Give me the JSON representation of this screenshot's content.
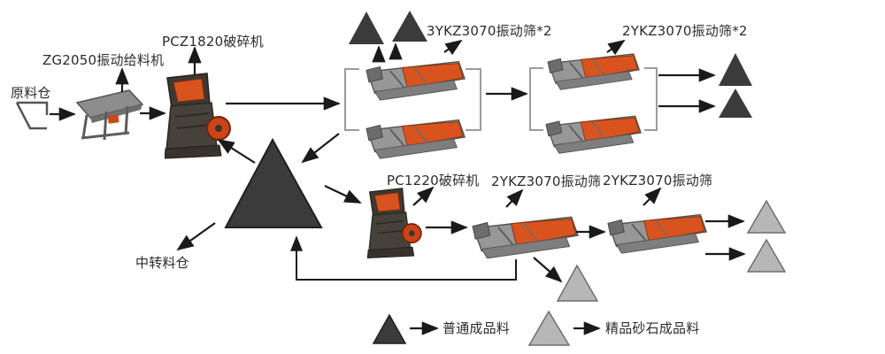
{
  "diagram": {
    "labels": {
      "raw_material_bin": "原料仓",
      "vibrating_feeder": "ZG2050振动给料机",
      "primary_crusher": "PCZ1820破碎机",
      "screen_group_1": "3YKZ3070振动筛*2",
      "screen_group_2": "2YKZ3070振动筛*2",
      "transfer_bin": "中转料仓",
      "secondary_crusher": "PC1220破碎机",
      "screen_3": "2YKZ3070振动筛",
      "screen_4": "2YKZ3070振动筛",
      "legend_ordinary": "普通成品料",
      "legend_premium": "精品砂石成品料"
    },
    "colors": {
      "dark_triangle": "#3b3b3b",
      "dark_triangle_stroke": "#1f1f1f",
      "light_triangle": "#b7b7b7",
      "light_triangle_stroke": "#6e6e6e",
      "accent_orange": "#d9531e",
      "arrow": "#1a1a1a",
      "bracket": "#9b9b9b"
    }
  }
}
